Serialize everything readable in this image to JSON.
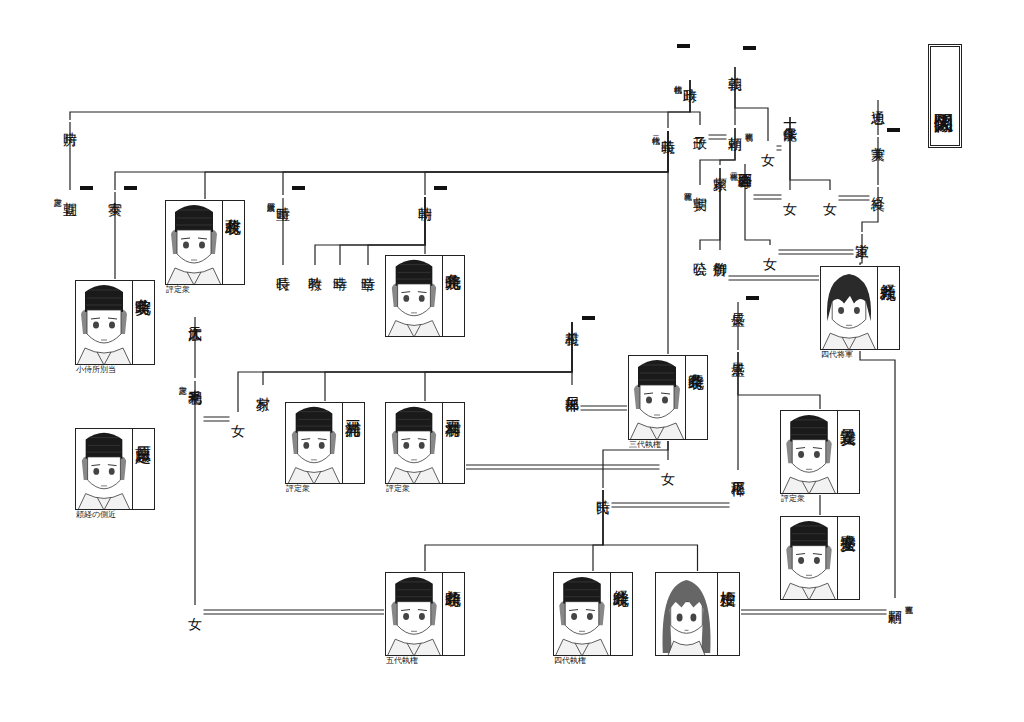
{
  "diagram": {
    "title": "人物関係図",
    "nodes": [
      {
        "text": [
          "北条氏"
        ]
      },
      {
        "text": [
          "時政",
          "初代執権"
        ]
      },
      {
        "text": [
          "源氏将軍家"
        ]
      },
      {
        "text": [
          "義朝"
        ]
      },
      {
        "text": [
          "九条家"
        ]
      },
      {
        "text": [
          "忠通"
        ]
      },
      {
        "text": [
          "時房"
        ]
      },
      {
        "text": [
          "義時",
          "二代執権"
        ]
      },
      {
        "text": [
          "政子"
        ]
      },
      {
        "text": [
          "頼朝",
          "初代将軍"
        ]
      },
      {
        "text": [
          "女"
        ]
      },
      {
        "text": [
          "一条能保"
        ]
      },
      {
        "text": [
          "兼実"
        ]
      },
      {
        "text": [
          "頼家",
          "二代将軍"
        ]
      },
      {
        "text": [
          "西園寺公経"
        ]
      },
      {
        "text": [
          "実朝",
          "三代将軍"
        ]
      },
      {
        "text": [
          "女"
        ]
      },
      {
        "text": [
          "女"
        ]
      },
      {
        "text": [
          "良経"
        ]
      },
      {
        "text": [
          "大仏流"
        ]
      },
      {
        "text": [
          "朝直",
          "評定衆"
        ]
      },
      {
        "text": [
          "金沢流"
        ]
      },
      {
        "text": [
          "実泰"
        ]
      },
      {
        "text": [
          "北条政村",
          "評定衆"
        ]
      },
      {
        "text": [
          "極楽寺流"
        ]
      },
      {
        "text": [
          "重時",
          "六波羅探題"
        ]
      },
      {
        "text": [
          "名越流"
        ]
      },
      {
        "text": [
          "朝時"
        ]
      },
      {
        "text": [
          "女"
        ]
      },
      {
        "text": [
          "道家"
        ]
      },
      {
        "text": [
          "公暁"
        ]
      },
      {
        "text": [
          "竹御所"
        ]
      },
      {
        "text": [
          "長時"
        ]
      },
      {
        "text": [
          "教時"
        ]
      },
      {
        "text": [
          "時幸"
        ]
      },
      {
        "text": [
          "時章"
        ]
      },
      {
        "text": [
          "北条光時"
        ]
      },
      {
        "text": [
          "北条実時",
          "小侍所別当"
        ]
      },
      {
        "text": [
          "九条頼経",
          "四代将軍"
        ]
      },
      {
        "text": [
          "安達氏"
        ]
      },
      {
        "text": [
          "盛長"
        ]
      },
      {
        "text": [
          "大江広元"
        ]
      },
      {
        "text": [
          "三浦氏"
        ]
      },
      {
        "text": [
          "義村"
        ]
      },
      {
        "text": [
          "景盛"
        ]
      },
      {
        "text": [
          "北条泰時",
          "三代執権"
        ]
      },
      {
        "text": [
          "毛利季光",
          "評定衆"
        ]
      },
      {
        "text": [
          "矢部禅尼"
        ]
      },
      {
        "text": [
          "女"
        ]
      },
      {
        "text": [
          "家村"
        ]
      },
      {
        "text": [
          "三浦光村",
          "評定衆"
        ]
      },
      {
        "text": [
          "三浦泰村",
          "評定衆"
        ]
      },
      {
        "text": [
          "安達義景",
          "評定衆"
        ]
      },
      {
        "text": [
          "藤原定員",
          "頼経の側近"
        ]
      },
      {
        "text": [
          "女"
        ]
      },
      {
        "text": [
          "松下禅尼"
        ]
      },
      {
        "text": [
          "時氏"
        ]
      },
      {
        "text": [
          "安達泰盛"
        ]
      },
      {
        "text": [
          "北条時頼",
          "五代執権"
        ]
      },
      {
        "text": [
          "北条経時",
          "四代執権"
        ]
      },
      {
        "text": [
          "檜皮姫"
        ]
      },
      {
        "text": [
          "女"
        ]
      },
      {
        "text": [
          "頼嗣",
          "五代将軍"
        ]
      }
    ],
    "edges": [
      {
        "from": 1,
        "to": 7,
        "arrow": "none"
      },
      {
        "from": 1,
        "to": 8,
        "arrow": "none"
      },
      {
        "from": 1,
        "to": 6,
        "arrow": "none"
      },
      {
        "from": 3,
        "to": 9,
        "arrow": "none"
      },
      {
        "from": 3,
        "to": 10,
        "arrow": "none"
      },
      {
        "from": 8,
        "to": 9,
        "arrow": "none"
      },
      {
        "from": 10,
        "to": 11,
        "arrow": "none"
      },
      {
        "from": 9,
        "to": 13,
        "arrow": "none"
      },
      {
        "from": 9,
        "to": 15,
        "arrow": "none"
      },
      {
        "from": 13,
        "to": 30,
        "arrow": "none"
      },
      {
        "from": 13,
        "to": 31,
        "arrow": "none"
      },
      {
        "from": 11,
        "to": 16,
        "arrow": "none"
      },
      {
        "from": 11,
        "to": 17,
        "arrow": "none"
      },
      {
        "from": 14,
        "to": 16,
        "arrow": "none"
      },
      {
        "from": 5,
        "to": 12,
        "arrow": "none"
      },
      {
        "from": 12,
        "to": 18,
        "arrow": "none"
      },
      {
        "from": 17,
        "to": 18,
        "arrow": "none"
      },
      {
        "from": 18,
        "to": 29,
        "arrow": "none"
      },
      {
        "from": 14,
        "to": 28,
        "arrow": "none"
      },
      {
        "from": 28,
        "to": 29,
        "arrow": "none"
      },
      {
        "from": 29,
        "to": 38,
        "arrow": "none"
      },
      {
        "from": 31,
        "to": 38,
        "arrow": "none"
      },
      {
        "from": 7,
        "to": 22,
        "arrow": "none"
      },
      {
        "from": 7,
        "to": 23,
        "arrow": "none"
      },
      {
        "from": 7,
        "to": 25,
        "arrow": "none"
      },
      {
        "from": 7,
        "to": 27,
        "arrow": "none"
      },
      {
        "from": 7,
        "to": 45,
        "arrow": "none"
      },
      {
        "from": 6,
        "to": 20,
        "arrow": "none"
      },
      {
        "from": 22,
        "to": 37,
        "arrow": "none"
      },
      {
        "from": 25,
        "to": 32,
        "arrow": "none"
      },
      {
        "from": 27,
        "to": 36,
        "arrow": "none"
      },
      {
        "from": 27,
        "to": 33,
        "arrow": "none"
      },
      {
        "from": 27,
        "to": 34,
        "arrow": "none"
      },
      {
        "from": 27,
        "to": 35,
        "arrow": "none"
      },
      {
        "from": 43,
        "to": 47,
        "arrow": "none"
      },
      {
        "from": 43,
        "to": 48,
        "arrow": "none"
      },
      {
        "from": 43,
        "to": 49,
        "arrow": "none"
      },
      {
        "from": 43,
        "to": 50,
        "arrow": "none"
      },
      {
        "from": 43,
        "to": 51,
        "arrow": "none"
      },
      {
        "from": 47,
        "to": 45,
        "arrow": "none"
      },
      {
        "from": 45,
        "to": 54,
        "arrow": "none"
      },
      {
        "from": 45,
        "to": 56,
        "arrow": "none"
      },
      {
        "from": 51,
        "to": 54,
        "arrow": "none"
      },
      {
        "from": 40,
        "to": 44,
        "arrow": "none"
      },
      {
        "from": 44,
        "to": 55,
        "arrow": "none"
      },
      {
        "from": 44,
        "to": 52,
        "arrow": "none"
      },
      {
        "from": 52,
        "to": 57,
        "arrow": "none"
      },
      {
        "from": 56,
        "to": 55,
        "arrow": "none"
      },
      {
        "from": 56,
        "to": 58,
        "arrow": "none"
      },
      {
        "from": 56,
        "to": 59,
        "arrow": "none"
      },
      {
        "from": 56,
        "to": 60,
        "arrow": "none"
      },
      {
        "from": 60,
        "to": 62,
        "arrow": "none"
      },
      {
        "from": 38,
        "to": 62,
        "arrow": "none"
      },
      {
        "from": 41,
        "to": 46,
        "arrow": "none"
      },
      {
        "from": 46,
        "to": 61,
        "arrow": "none"
      },
      {
        "from": 46,
        "to": 48,
        "arrow": "none"
      },
      {
        "from": 61,
        "to": 58,
        "arrow": "none"
      }
    ]
  }
}
